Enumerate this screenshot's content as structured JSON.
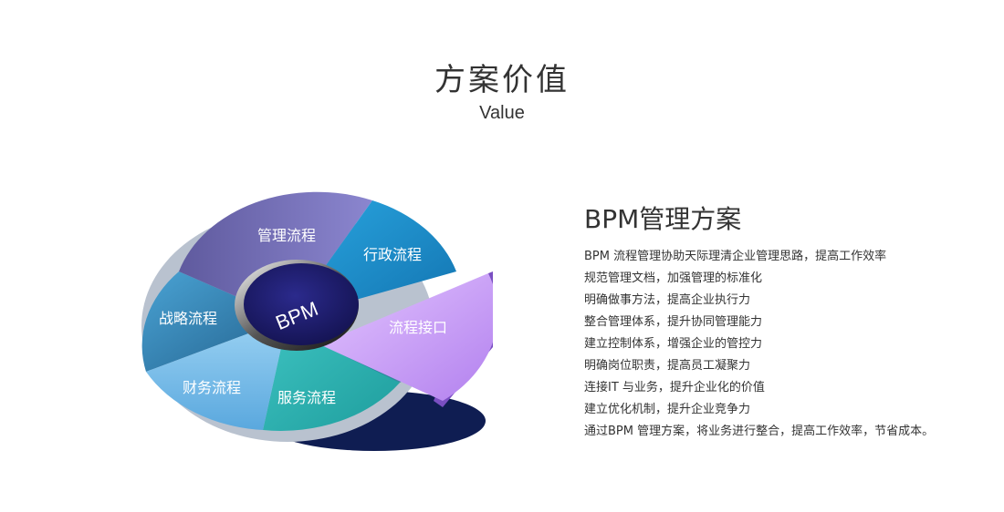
{
  "header": {
    "title": "方案价值",
    "subtitle": "Value"
  },
  "diagram": {
    "hub": "BPM",
    "segments": [
      {
        "label": "管理流程"
      },
      {
        "label": "行政流程"
      },
      {
        "label": "流程接口"
      },
      {
        "label": "服务流程"
      },
      {
        "label": "财务流程"
      },
      {
        "label": "战略流程"
      }
    ]
  },
  "panel": {
    "title": "BPM管理方案",
    "items": [
      "BPM 流程管理协助天际理清企业管理思路，提高工作效率",
      "规范管理文档，加强管理的标准化",
      "明确做事方法，提高企业执行力",
      "整合管理体系，提升协同管理能力",
      "建立控制体系，增强企业的管控力",
      "明确岗位职责，提高员工凝聚力",
      "连接IT 与业务，提升企业化的价值",
      "建立优化机制，提升企业竞争力",
      "通过BPM 管理方案，将业务进行整合，提高工作效率，节省成本。"
    ]
  },
  "colors": {
    "strategy": "#3a8fc0",
    "management": "#7a70b8",
    "admin": "#1e90cc",
    "interface": "#c79af2",
    "service": "#2fb3b3",
    "finance": "#6cb6e6",
    "hub": "#1b1a6a",
    "shadow": "#0f1d52"
  }
}
